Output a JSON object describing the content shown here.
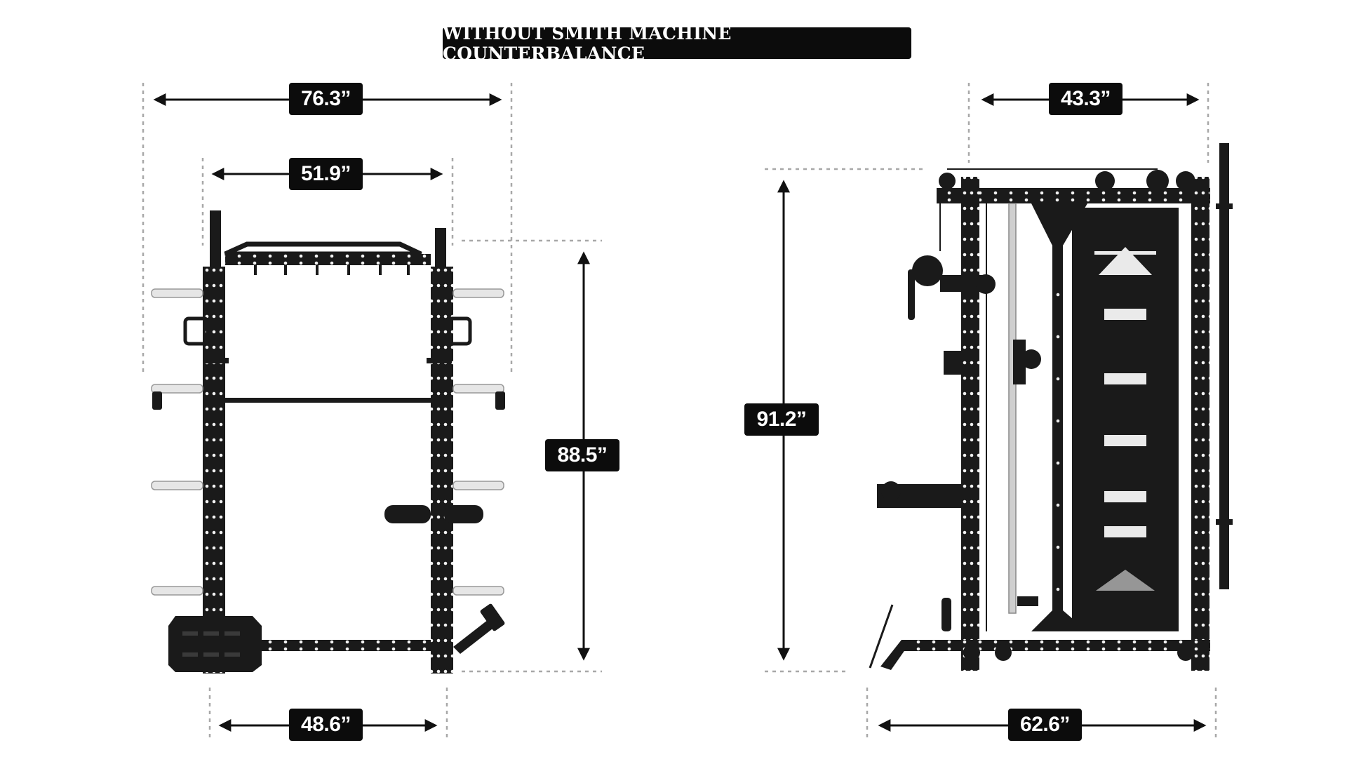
{
  "header": {
    "title": "WITHOUT SMITH MACHINE COUNTERBALANCE"
  },
  "front_view": {
    "overall_width": "76.3”",
    "inner_width": "51.9”",
    "base_width": "48.6”",
    "height": "88.5”"
  },
  "side_view": {
    "top_depth": "43.3”",
    "base_depth": "62.6”",
    "height": "91.2”"
  },
  "colors": {
    "frame": "#1a1a1a",
    "label_bg": "#0c0c0c",
    "guide": "#a8a8a8",
    "peg": "#e6e6e6"
  },
  "icons": [
    "power-rack-front-drawing",
    "power-rack-side-drawing",
    "dimension-arrow-icon"
  ]
}
